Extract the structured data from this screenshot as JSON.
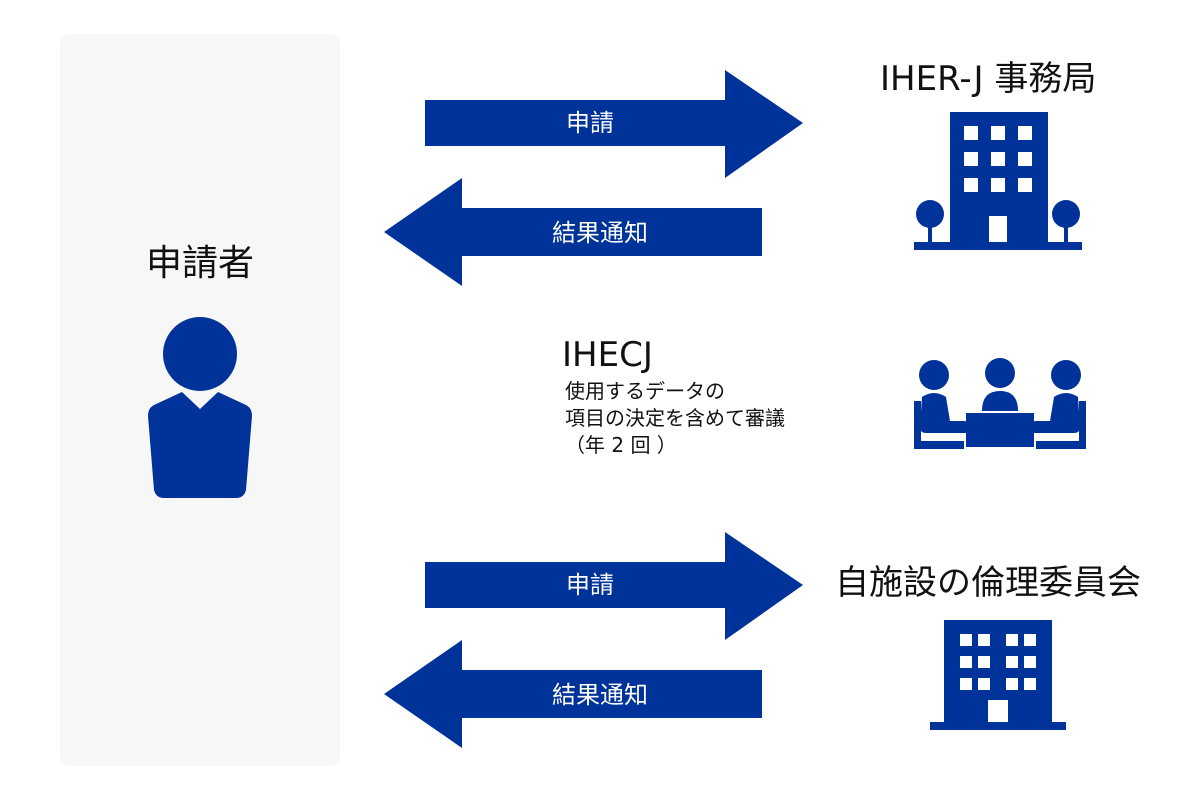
{
  "applicant": {
    "label": "申請者"
  },
  "flows": [
    {
      "request_label": "申請",
      "result_label": "結果通知"
    },
    {
      "request_label": "申請",
      "result_label": "結果通知"
    }
  ],
  "secretariat": {
    "title": "IHER-J 事務局",
    "icon": "office-building-with-trees-icon"
  },
  "committee": {
    "title": "IHECJ",
    "description": "使用するデータの\n項目の決定を含めて審議\n（年 2 回 ）",
    "icon": "meeting-people-icon"
  },
  "ethics_committee": {
    "title": "自施設の倫理委員会",
    "icon": "office-building-icon"
  },
  "colors": {
    "arrow": "#003399",
    "icon": "#003399",
    "panel": "#f7f7f8"
  }
}
